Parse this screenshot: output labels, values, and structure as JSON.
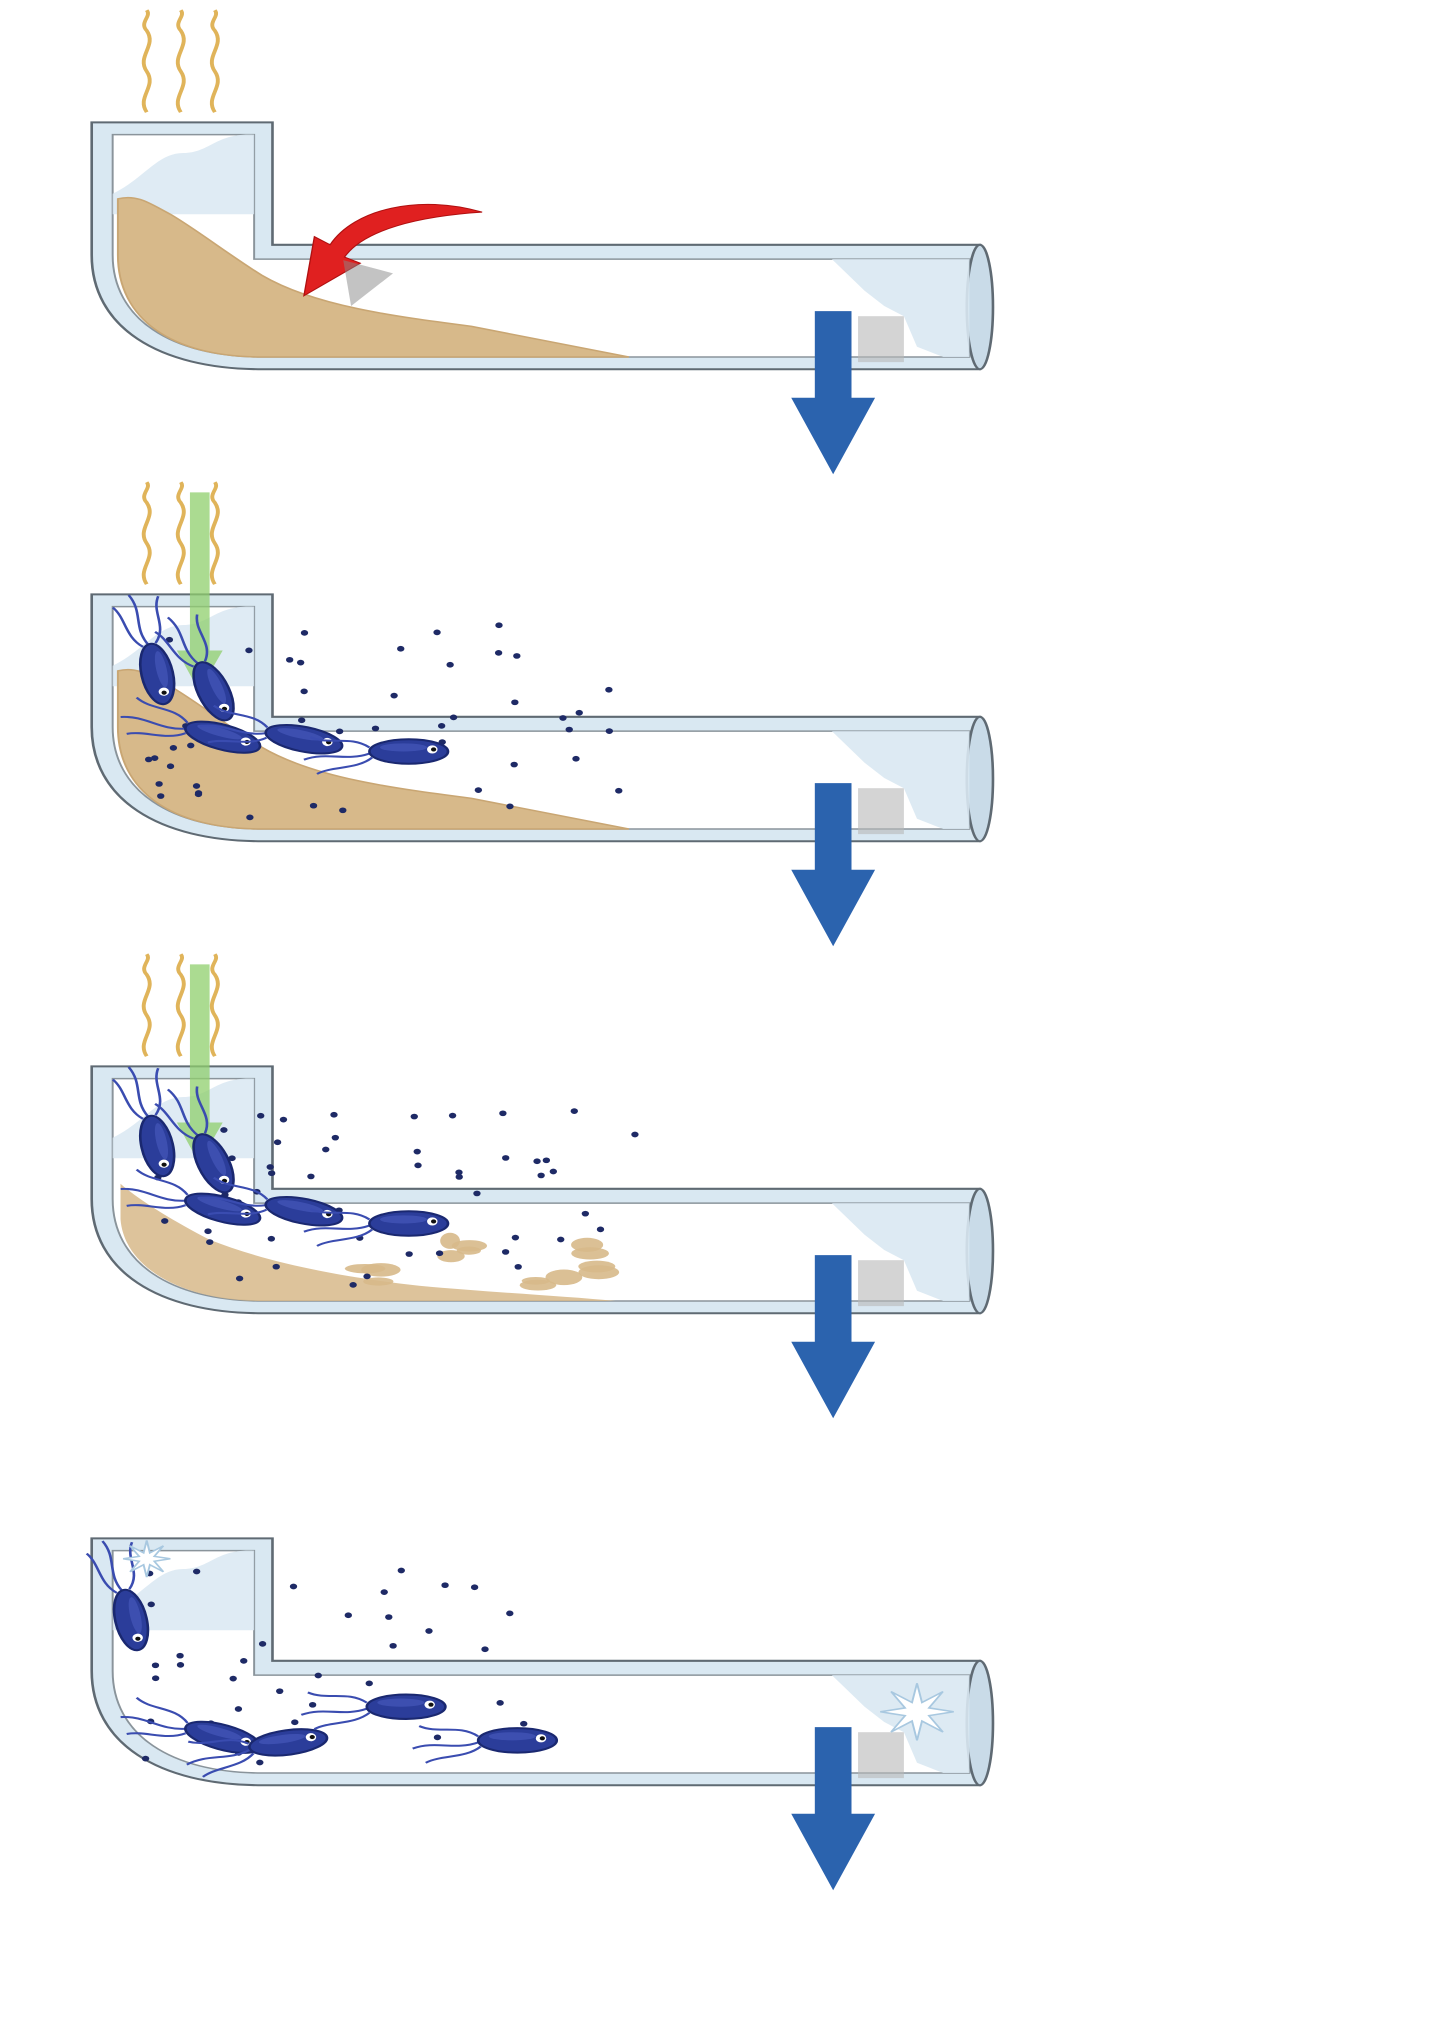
{
  "colors": {
    "background": "#ffffff",
    "pipe_fill": "#d9e8f2",
    "pipe_stroke": "#5f6a73",
    "pipe_interior": "#ffffff",
    "clog": "#d7b98a",
    "clog_dark": "#c9a673",
    "odor_wave": "#e0b45a",
    "red_arrow": "#e02020",
    "flow_arrow": "#2b63ae",
    "green_arrow": "#8fcf6c",
    "bacteria": "#2b3d9a",
    "bacteria_dark": "#1a2870",
    "enzyme_dot": "#1e2a66",
    "sparkle": "#ffffff"
  },
  "panels": [
    {
      "stage": "clogged",
      "has_odor": true,
      "has_red_arrow": true,
      "has_green_arrow": false,
      "bacteria_count": 0,
      "clog_level": 1.0,
      "has_sparkle": false
    },
    {
      "stage": "treatment-applied",
      "has_odor": true,
      "has_red_arrow": false,
      "has_green_arrow": true,
      "bacteria_count": 5,
      "clog_level": 1.0,
      "has_sparkle": false
    },
    {
      "stage": "digesting",
      "has_odor": true,
      "has_red_arrow": false,
      "has_green_arrow": true,
      "bacteria_count": 5,
      "clog_level": 0.6,
      "has_sparkle": false
    },
    {
      "stage": "clean",
      "has_odor": false,
      "has_red_arrow": false,
      "has_green_arrow": false,
      "bacteria_count": 5,
      "clog_level": 0.0,
      "has_sparkle": true
    }
  ]
}
